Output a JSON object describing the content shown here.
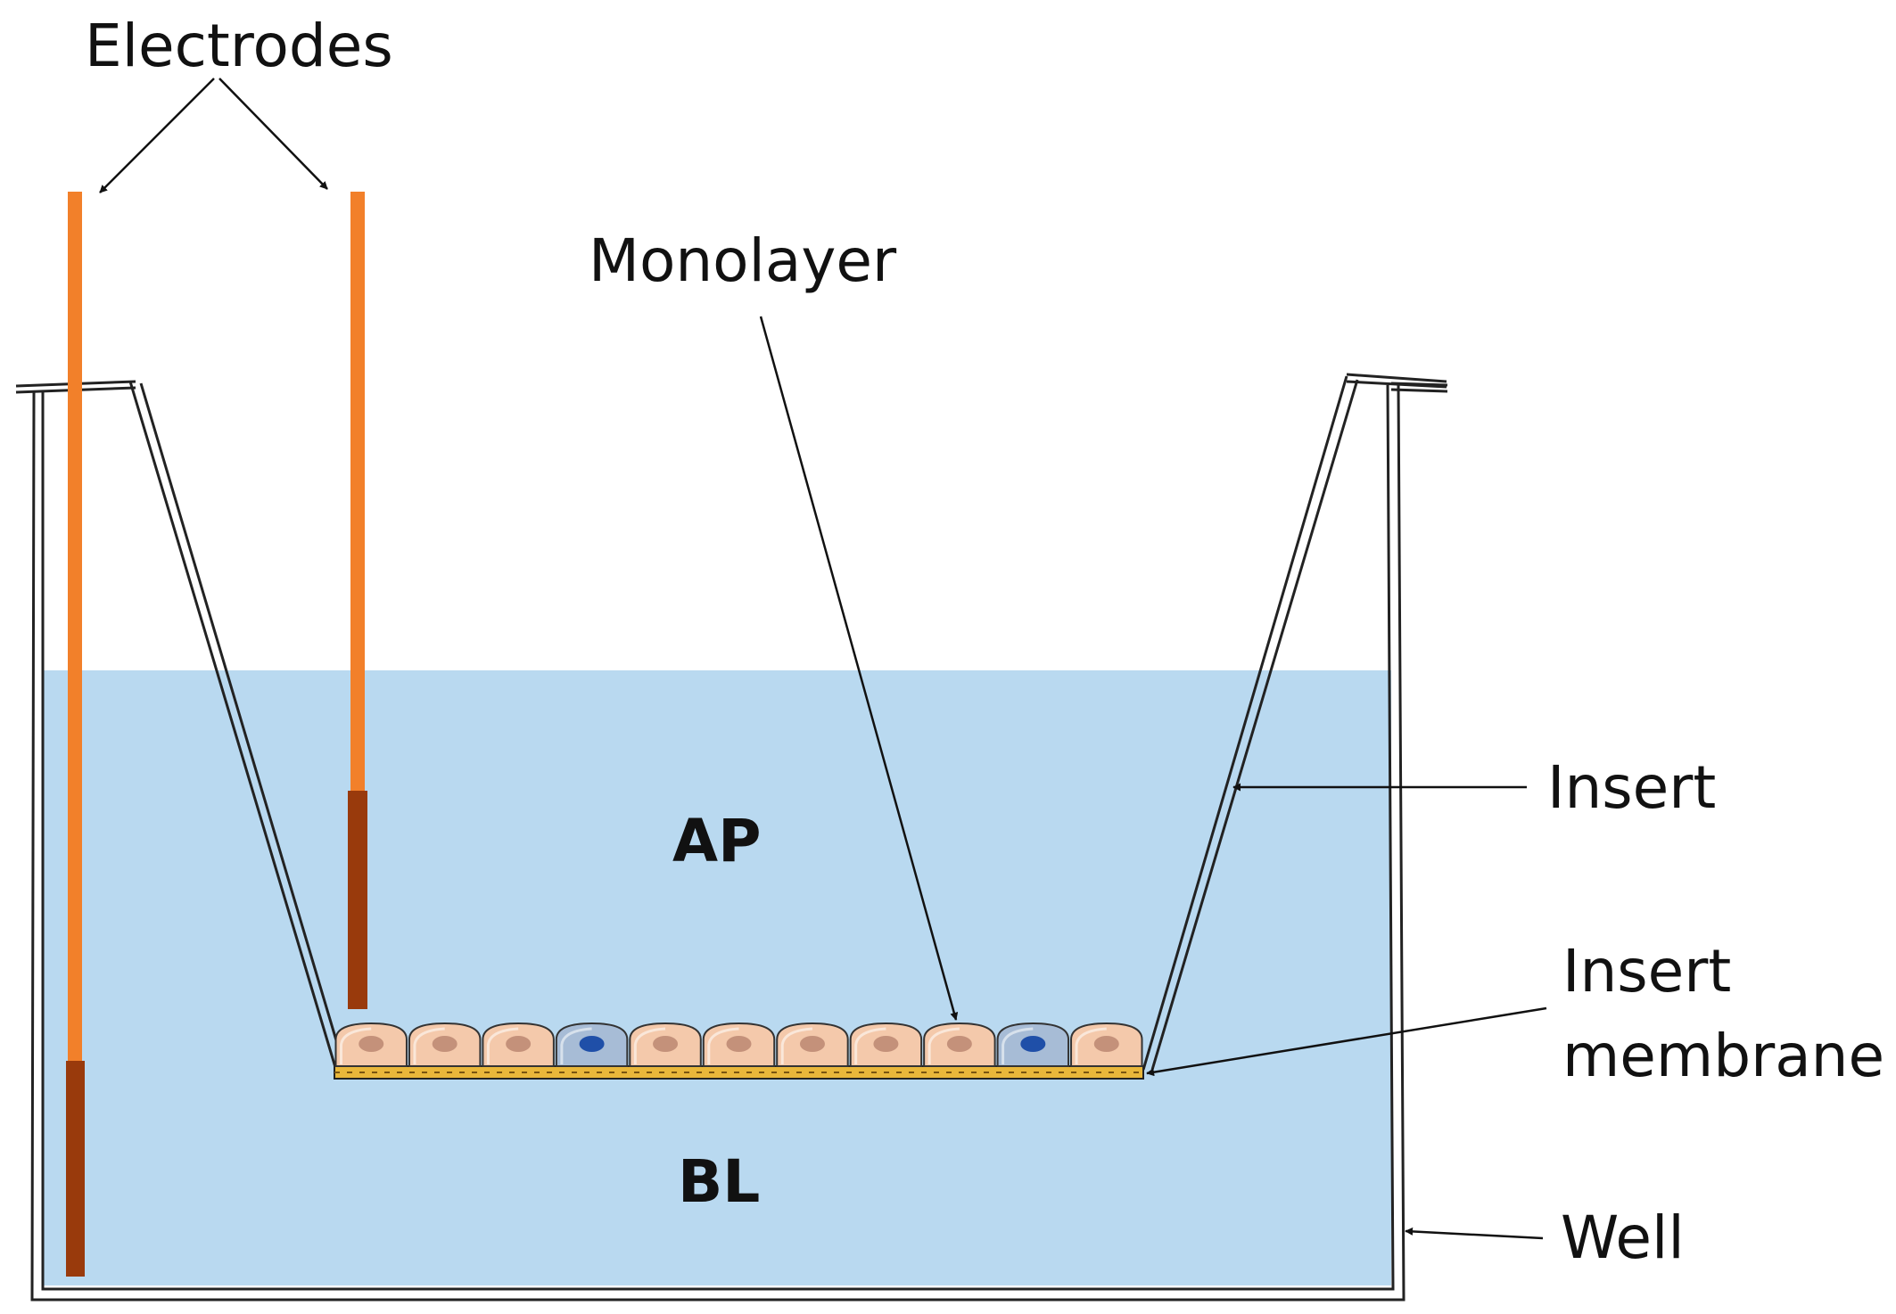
{
  "labels": {
    "electrodes": "Electrodes",
    "monolayer": "Monolayer",
    "insert": "Insert",
    "insert_membrane_line1": "Insert",
    "insert_membrane_line2": "membrane",
    "well": "Well",
    "apical": "AP",
    "basolateral": "BL"
  },
  "cells": [
    {
      "type": "epithelial"
    },
    {
      "type": "epithelial"
    },
    {
      "type": "epithelial"
    },
    {
      "type": "blue"
    },
    {
      "type": "epithelial"
    },
    {
      "type": "epithelial"
    },
    {
      "type": "epithelial"
    },
    {
      "type": "epithelial"
    },
    {
      "type": "epithelial"
    },
    {
      "type": "blue"
    },
    {
      "type": "epithelial"
    }
  ],
  "colors": {
    "medium": "#b9d9f0",
    "electrode_upper": "#f2802a",
    "electrode_lower": "#993a0c",
    "cell_fill": "#f4c9ab",
    "cell_nucleus": "#c4917a",
    "blue_cell_fill": "#a7bcd6",
    "blue_cell_nucleus": "#1f4fa8",
    "membrane": "#e9b73a",
    "outline": "#222222"
  }
}
